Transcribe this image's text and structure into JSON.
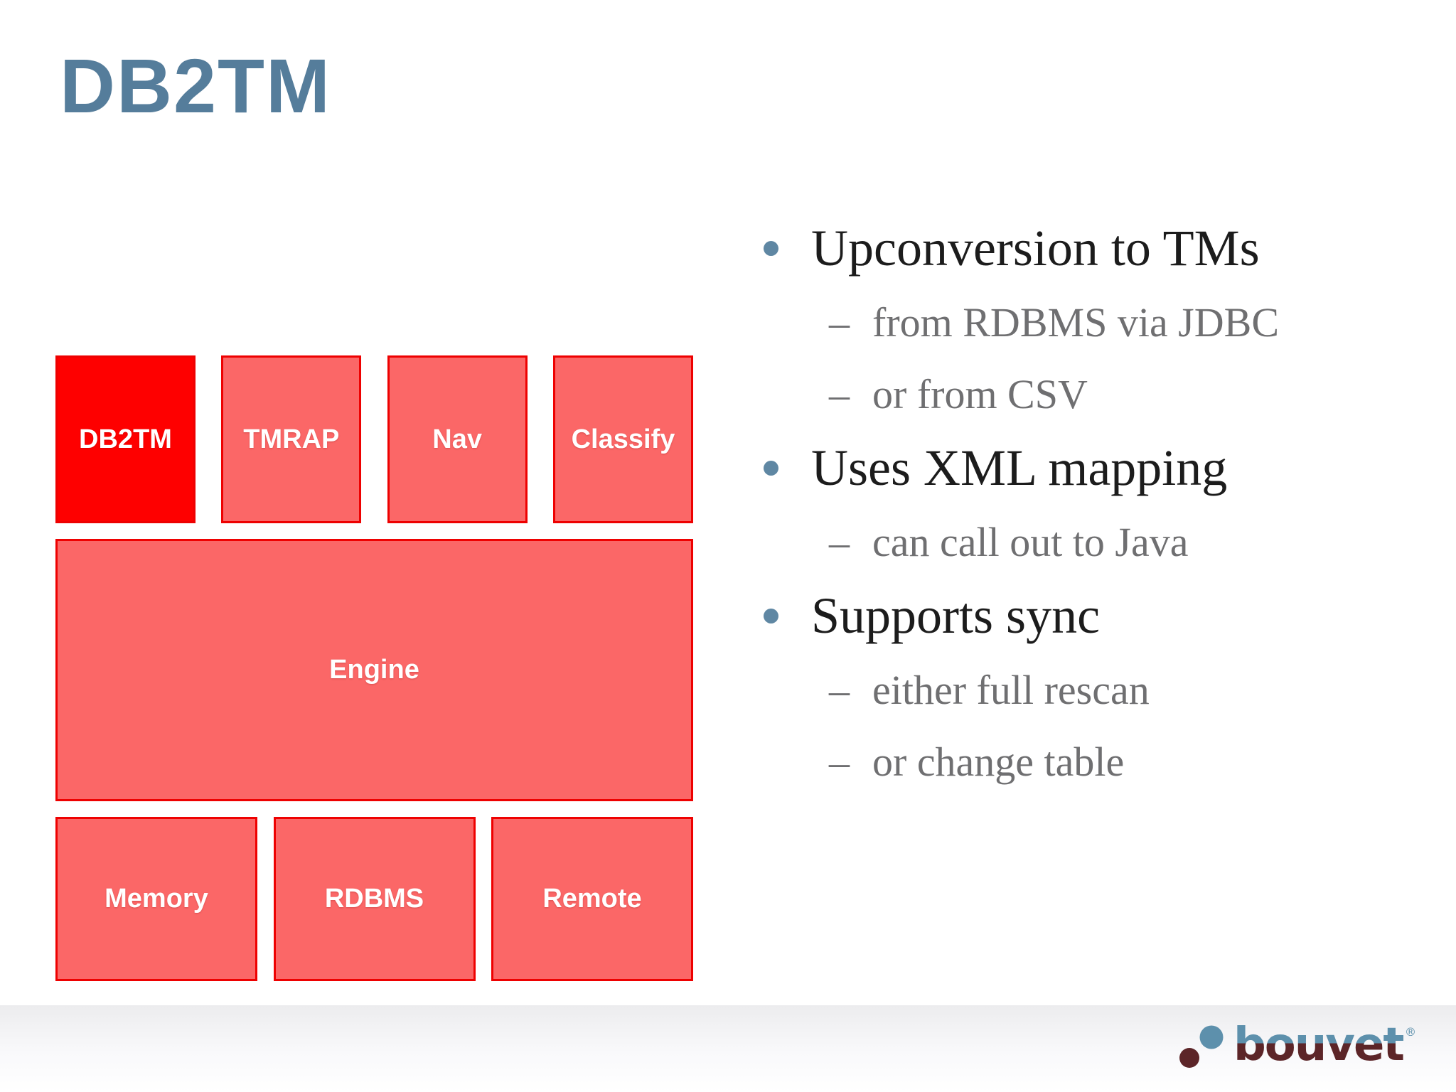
{
  "slide": {
    "title": "DB2TM",
    "title_color": "#557d9b",
    "background": "#ffffff"
  },
  "diagram": {
    "top_row": [
      {
        "label": "DB2TM",
        "variant": "primary"
      },
      {
        "label": "TMRAP",
        "variant": "normal"
      },
      {
        "label": "Nav",
        "variant": "normal"
      },
      {
        "label": "Classify",
        "variant": "normal"
      }
    ],
    "engine": {
      "label": "Engine"
    },
    "bottom_row": [
      {
        "label": "Memory",
        "variant": "normal"
      },
      {
        "label": "RDBMS",
        "variant": "normal"
      },
      {
        "label": "Remote",
        "variant": "normal"
      }
    ],
    "colors": {
      "primary_fill": "#fe0000",
      "normal_fill": "#fb6767",
      "border": "#ee0101",
      "label": "#ffffff"
    }
  },
  "bullets": [
    {
      "level": 1,
      "text": "Upconversion to TMs"
    },
    {
      "level": 2,
      "text": "from RDBMS via JDBC"
    },
    {
      "level": 2,
      "text": "or from CSV"
    },
    {
      "level": 1,
      "text": "Uses XML mapping"
    },
    {
      "level": 2,
      "text": "can call out to Java"
    },
    {
      "level": 1,
      "text": "Supports sync"
    },
    {
      "level": 2,
      "text": "either full rescan"
    },
    {
      "level": 2,
      "text": "or change table"
    }
  ],
  "bullets_style": {
    "dot_color": "#5f87a3",
    "main_color": "#1c1c1c",
    "sub_color": "#6f6f71",
    "sub_marker": "–"
  },
  "footer": {
    "logo_text": "bouvet",
    "registered": "®",
    "logo_blue": "#5d90ac",
    "logo_maroon": "#5c2528"
  }
}
